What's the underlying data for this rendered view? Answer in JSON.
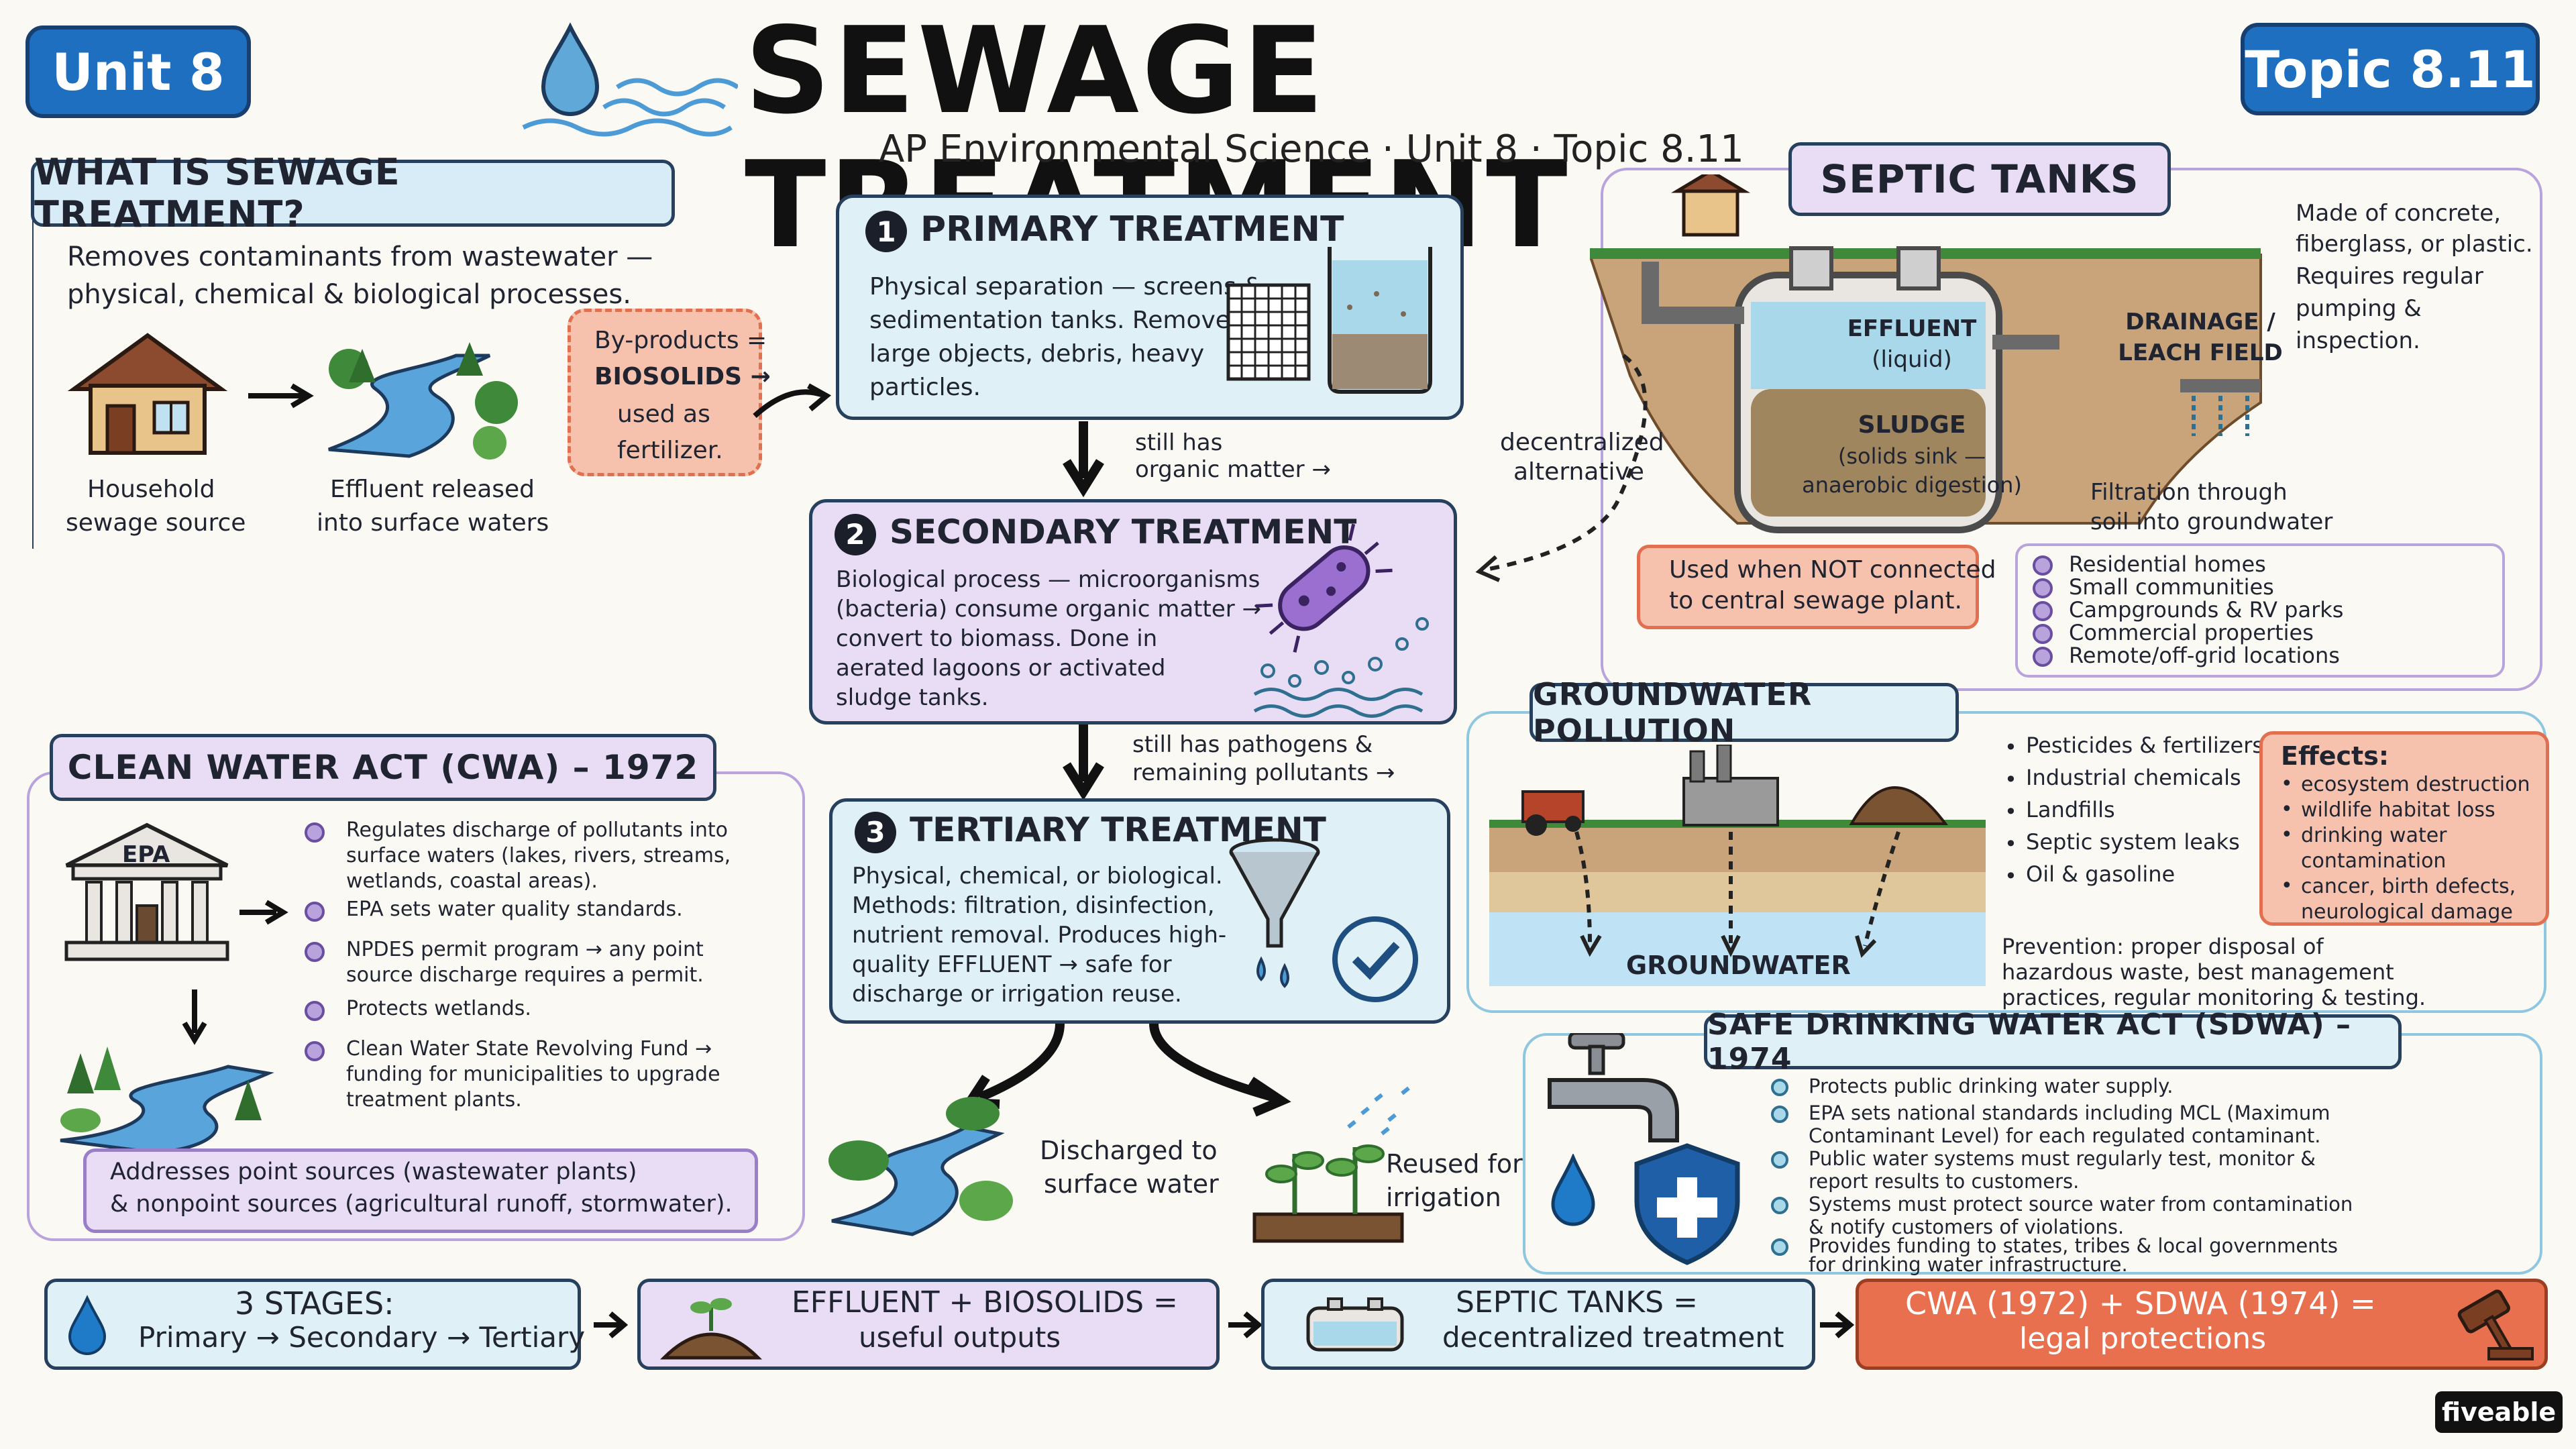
{
  "header": {
    "unit_badge": "Unit 8",
    "title": "SEWAGE TREATMENT",
    "subtitle": "AP Environmental Science · Unit 8 · Topic 8.11",
    "topic_badge": "Topic 8.11"
  },
  "what_is": {
    "heading": "WHAT IS SEWAGE TREATMENT?",
    "line1": "Removes contaminants from wastewater —",
    "line2": "physical, chemical & biological processes.",
    "house_label1": "Household",
    "house_label2": "sewage source",
    "effluent_label1": "Effluent released",
    "effluent_label2": "into surface waters",
    "byproducts": [
      "By-products =",
      "BIOSOLIDS →",
      "used as",
      "fertilizer."
    ]
  },
  "primary": {
    "number": "1",
    "heading": "PRIMARY TREATMENT",
    "lines": [
      "Physical separation — screens &",
      "sedimentation tanks. Removes",
      "large objects, debris, heavy",
      "particles."
    ],
    "arrow_note1": "still has",
    "arrow_note2": "organic matter →"
  },
  "secondary": {
    "number": "2",
    "heading": "SECONDARY TREATMENT",
    "lines": [
      "Biological process — microorganisms",
      "(bacteria) consume organic matter →",
      "convert to biomass. Done in",
      "aerated lagoons or activated",
      "sludge tanks."
    ],
    "arrow_note1": "still has pathogens &",
    "arrow_note2": "remaining pollutants →"
  },
  "tertiary": {
    "number": "3",
    "heading": "TERTIARY TREATMENT",
    "lines": [
      "Physical, chemical, or biological.",
      "Methods: filtration, disinfection,",
      "nutrient removal. Produces high-",
      "quality EFFLUENT → safe for",
      "discharge or irrigation reuse."
    ],
    "discharged1": "Discharged to",
    "discharged2": "surface water",
    "reused1": "Reused for",
    "reused2": "irrigation"
  },
  "septic": {
    "heading": "SEPTIC TANKS",
    "material": [
      "Made of concrete,",
      "fiberglass, or plastic.",
      "Requires regular",
      "pumping &",
      "inspection."
    ],
    "effluent1": "EFFLUENT",
    "effluent2": "(liquid)",
    "sludge1": "SLUDGE",
    "sludge2": "(solids sink —",
    "sludge3": "anaerobic digestion)",
    "drainage1": "DRAINAGE /",
    "drainage2": "LEACH FIELD",
    "filtration1": "Filtration through",
    "filtration2": "soil into groundwater",
    "decentral1": "decentralized",
    "decentral2": "alternative",
    "used_when1": "Used when NOT connected",
    "used_when2": "to central sewage plant.",
    "uses": [
      "Residential homes",
      "Small communities",
      "Campgrounds & RV parks",
      "Commercial properties",
      "Remote/off-grid locations"
    ]
  },
  "groundwater": {
    "heading": "GROUNDWATER POLLUTION",
    "layer_label": "GROUNDWATER",
    "sources": [
      "Pesticides & fertilizers",
      "Industrial chemicals",
      "Landfills",
      "Septic system leaks",
      "Oil & gasoline"
    ],
    "effects_heading": "Effects:",
    "effects": [
      "ecosystem destruction",
      "wildlife habitat loss",
      "drinking water",
      "contamination",
      "cancer, birth defects,",
      "neurological damage"
    ],
    "prevention": [
      "Prevention: proper disposal of",
      "hazardous waste, best management",
      "practices, regular monitoring & testing."
    ]
  },
  "cwa": {
    "heading": "CLEAN WATER ACT (CWA) – 1972",
    "epa_label": "EPA",
    "items": [
      [
        "Regulates discharge of pollutants into",
        "surface waters (lakes, rivers, streams,",
        "wetlands, coastal areas)."
      ],
      [
        "EPA sets water quality standards."
      ],
      [
        "NPDES permit program → any point",
        "source discharge requires a permit."
      ],
      [
        "Protects wetlands."
      ],
      [
        "Clean Water State Revolving Fund →",
        "funding for municipalities to upgrade",
        "treatment plants."
      ]
    ],
    "footer1": "Addresses point sources (wastewater plants)",
    "footer2": "& nonpoint sources (agricultural runoff, stormwater)."
  },
  "sdwa": {
    "heading": "SAFE DRINKING WATER ACT (SDWA) – 1974",
    "items": [
      [
        "Protects public drinking water supply."
      ],
      [
        "EPA sets national standards including MCL (Maximum",
        "Contaminant Level) for each regulated contaminant."
      ],
      [
        "Public water systems must regularly test, monitor &",
        "report results to customers."
      ],
      [
        "Systems must protect source water from contamination",
        "& notify customers of violations."
      ],
      [
        "Provides funding to states, tribes & local governments",
        "for drinking water infrastructure."
      ]
    ]
  },
  "summary": {
    "s1a": "3 STAGES:",
    "s1b": "Primary → Secondary → Tertiary",
    "s2a": "EFFLUENT + BIOSOLIDS =",
    "s2b": "useful outputs",
    "s3a": "SEPTIC TANKS =",
    "s3b": "decentralized treatment",
    "s4a": "CWA (1972) + SDWA (1974) =",
    "s4b": "legal protections"
  },
  "brand": "fiveable",
  "colors": {
    "navy": "#27405e",
    "blue_badge": "#1f6fc0",
    "light_blue": "#dff0f7",
    "lavender": "#e8ddf5",
    "salmon": "#f6c2ae",
    "orange": "#e8704f"
  }
}
